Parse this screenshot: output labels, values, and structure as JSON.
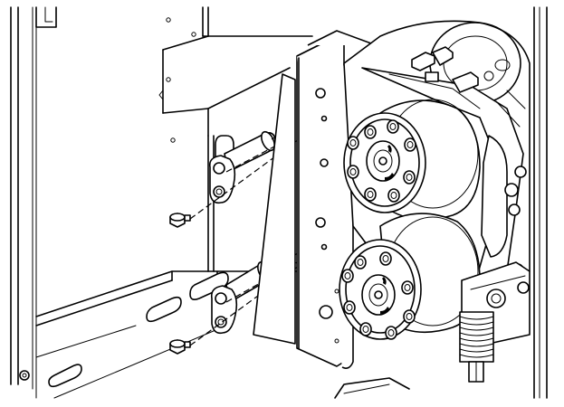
{
  "figure": {
    "kind": "exploded assembly line drawing",
    "parts": [
      "frame-panel",
      "mounting-bracket",
      "hinge-pin-upper",
      "hinge-pin-lower",
      "screw-upper",
      "screw-lower",
      "hydraulic-motor-upper",
      "hydraulic-motor-lower",
      "spring",
      "fittings"
    ],
    "line_color": "#000000",
    "background_color": "#ffffff"
  }
}
